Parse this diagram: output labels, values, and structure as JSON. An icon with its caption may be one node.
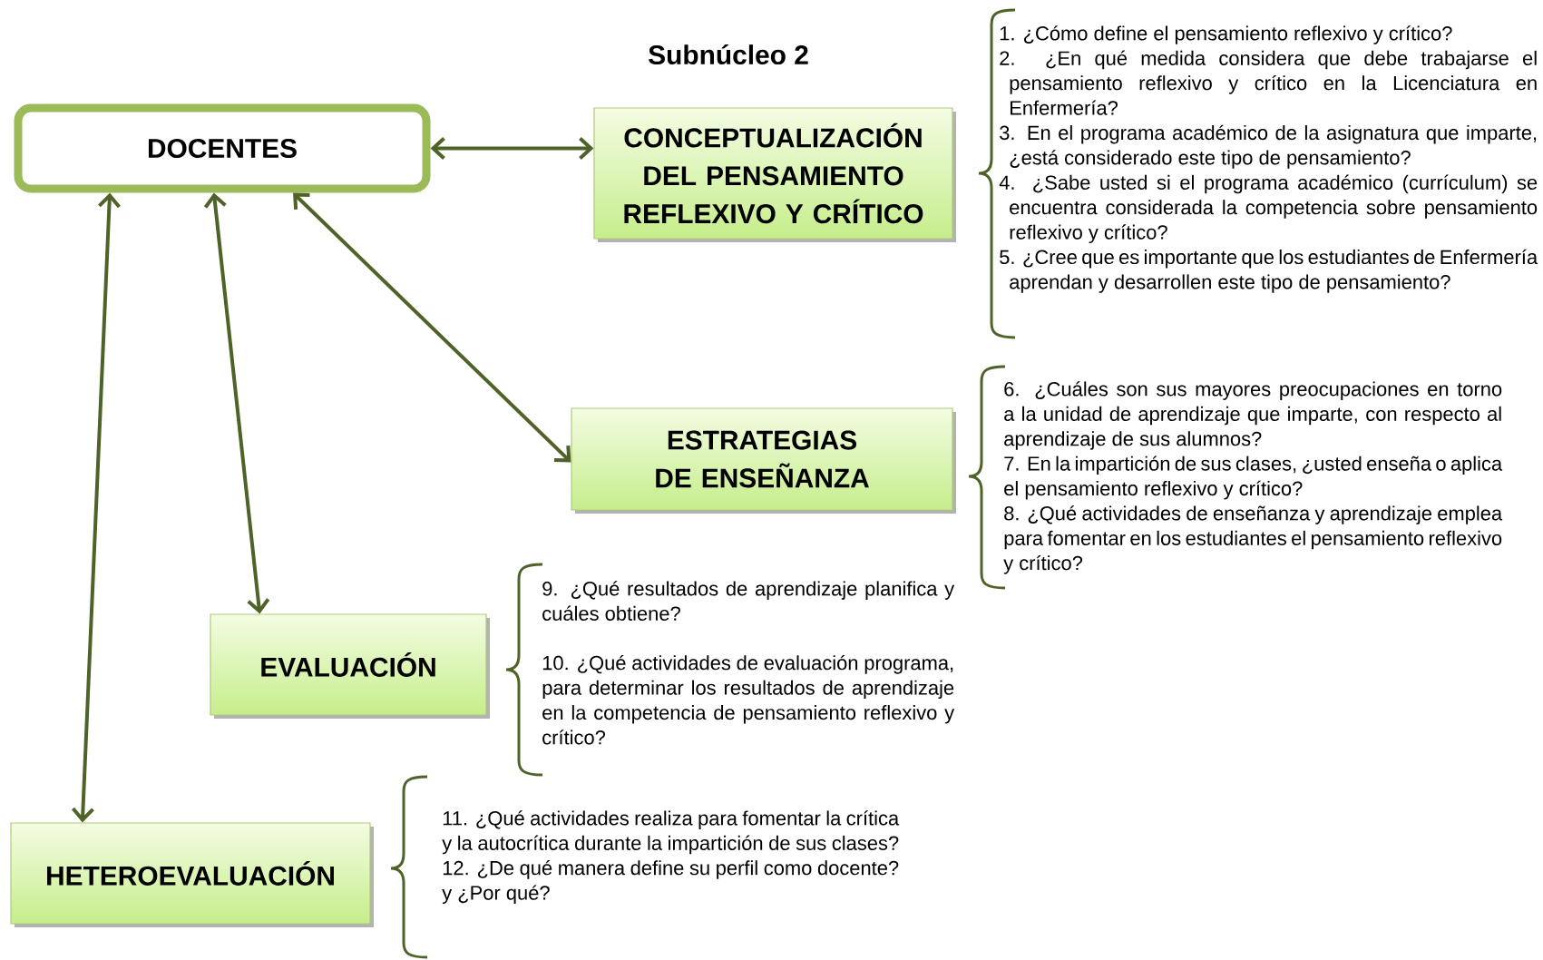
{
  "diagram": {
    "title": "Subnúcleo 2",
    "nodes": [
      {
        "text": [
          "DOCENTES"
        ]
      },
      {
        "text": [
          "CONCEPTUALIZACIÓN DEL PENSAMIENTO REFLEXIVO Y CRÍTICO"
        ],
        "beside": [
          "1. ¿Cómo define el pensamiento reflexivo y crítico?",
          "2. ¿En qué medida considera que debe trabajarse el pensamiento reflexivo y crítico en la Licenciatura en Enfermería?",
          "3. En el programa académico de la asignatura que imparte, ¿está considerado este tipo de pensamiento?",
          "4. ¿Sabe usted si el programa académico (currículum) se encuentra considerada la competencia sobre pensamiento reflexivo y crítico?",
          "5. ¿Cree que es importante que los estudiantes de Enfermería aprendan y desarrollen este tipo de pensamiento?"
        ]
      },
      {
        "text": [
          "ESTRATEGIAS DE ENSEÑANZA"
        ],
        "beside": [
          "6. ¿Cuáles son sus mayores preocupaciones en torno a la unidad de aprendizaje que imparte, con respecto al aprendizaje de sus alumnos?",
          "7. En la impartición de sus clases, ¿usted enseña o aplica el pensamiento reflexivo y crítico?",
          "8. ¿Qué actividades de enseñanza y aprendizaje emplea para fomentar en los estudiantes el pensamiento reflexivo y crítico?"
        ]
      },
      {
        "text": [
          "EVALUACIÓN"
        ],
        "beside": [
          "9. ¿Qué resultados de aprendizaje planifica y cuáles obtiene?",
          "10. ¿Qué actividades de evaluación programa, para determinar los resultados de aprendizaje en la competencia de pensamiento reflexivo y crítico?"
        ]
      },
      {
        "text": [
          "HETEROEVALUACIÓN"
        ],
        "beside": [
          "11. ¿Qué actividades realiza para fomentar la crítica y la autocrítica durante la impartición de sus clases?",
          "12. ¿De qué manera define su perfil como docente? y ¿Por qué?"
        ]
      }
    ],
    "edges": [
      {
        "from": 0,
        "to": 1,
        "arrow": "both"
      },
      {
        "from": 0,
        "to": 2,
        "arrow": "both"
      },
      {
        "from": 0,
        "to": 3,
        "arrow": "both"
      },
      {
        "from": 0,
        "to": 4,
        "arrow": "both"
      }
    ]
  }
}
